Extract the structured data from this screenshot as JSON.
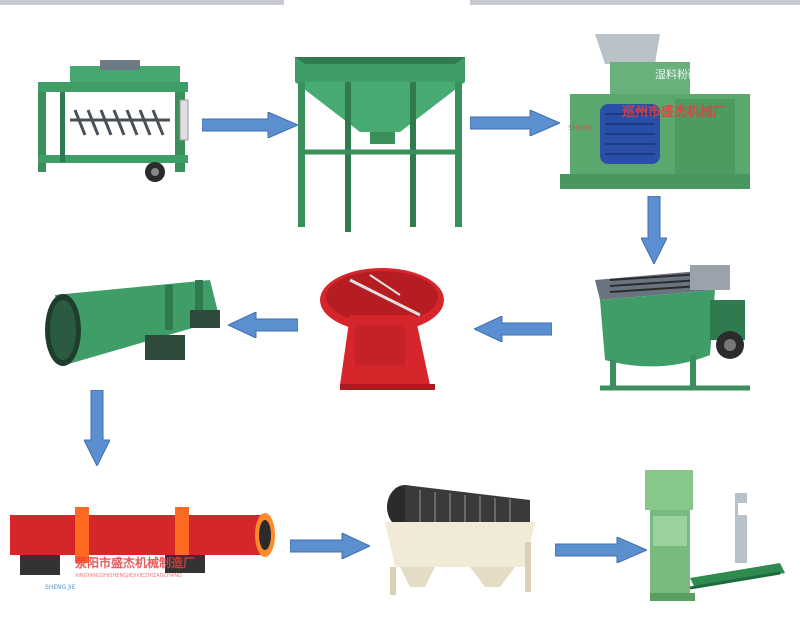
{
  "watermarks": {
    "crusher_text": "湿料粉碎机",
    "crusher_company": "巡州市盛杰机械厂",
    "crusher_brand": "SHENG",
    "dryer_company": "荥阳市盛杰机械制造厂",
    "dryer_brand": "SHENG JIE",
    "dryer_pinyin": "XINGYANGSHISHENGJIEJIXIEZHIZAOCHANG"
  },
  "colors": {
    "machine_green": "#3f9e67",
    "machine_red": "#d7262b",
    "arrow_blue": "#5b8fd0",
    "motor_blue": "#2a4fa8",
    "screen_cream": "#f1ead6",
    "packer_green": "#88c78c"
  }
}
